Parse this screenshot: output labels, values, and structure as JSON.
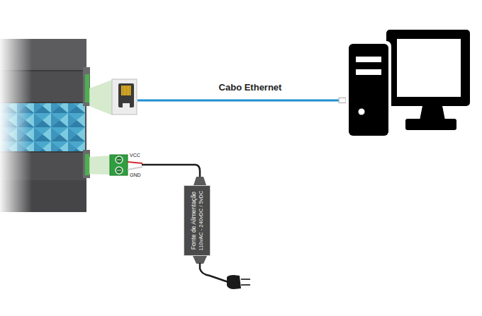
{
  "diagram": {
    "nodes": [
      {
        "text": [
          "Fonte de Alimentação",
          "110vAC - 240vDC / 5vDC"
        ]
      }
    ],
    "labels": [
      "Cabo Ethernet",
      "VCC",
      "GND"
    ]
  }
}
